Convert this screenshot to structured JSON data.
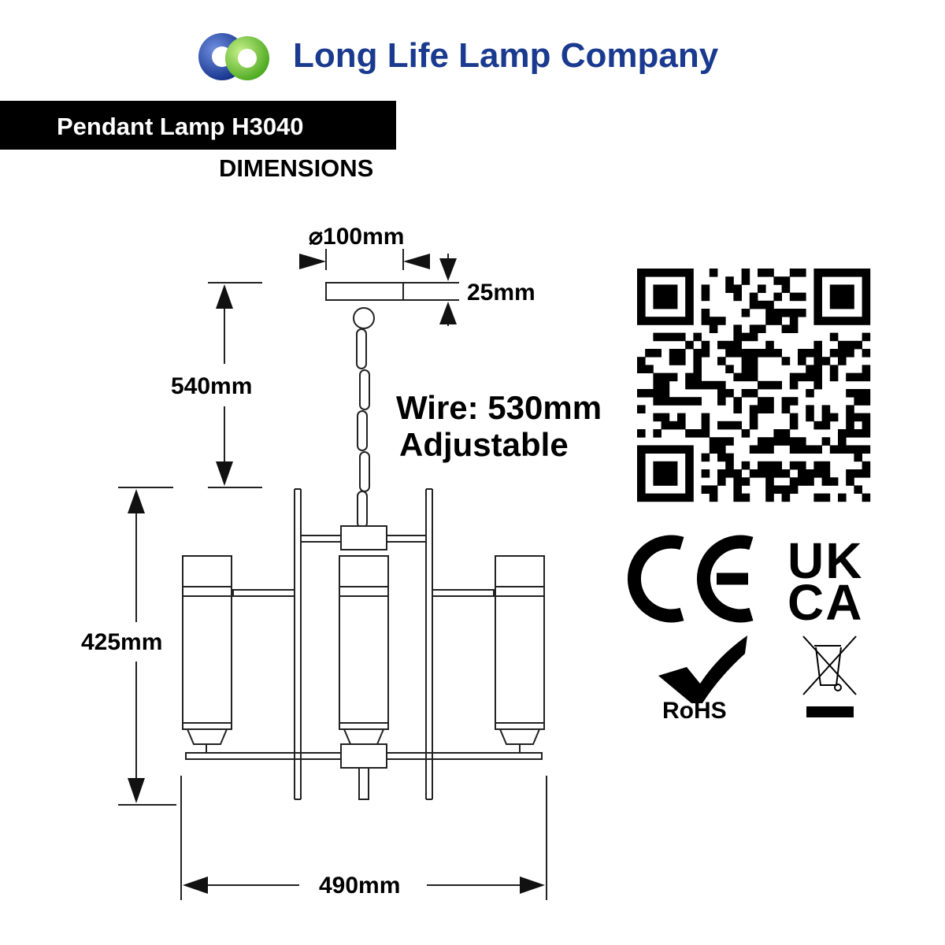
{
  "brand": {
    "name": "Long Life Lamp Company",
    "colors": {
      "blue": "#1a3a8f",
      "green": "#7fcf3a"
    }
  },
  "product": {
    "title": "Pendant Lamp H3040",
    "section": "DIMENSIONS"
  },
  "dimensions": {
    "canopy_diameter": "⌀100mm",
    "canopy_height": "25mm",
    "chain_drop": "540mm",
    "body_height": "425mm",
    "body_width": "490mm",
    "wire_length": "Wire: 530mm",
    "wire_note": "Adjustable"
  },
  "certifications": {
    "ce": "CE",
    "ukca_top": "UK",
    "ukca_bottom": "CA",
    "rohs": "RoHS",
    "weee_icon": "crossed-out-wheelie-bin-icon",
    "qr_icon": "qr-code-icon"
  }
}
